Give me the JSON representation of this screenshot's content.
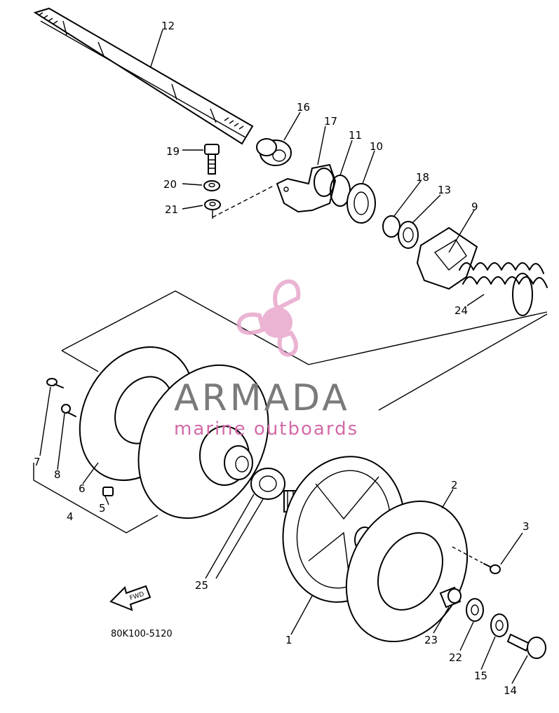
{
  "diagram": {
    "callouts": [
      "12",
      "16",
      "17",
      "11",
      "10",
      "18",
      "13",
      "9",
      "24",
      "19",
      "20",
      "21",
      "7",
      "8",
      "6",
      "4",
      "5",
      "25",
      "1",
      "2",
      "3",
      "23",
      "22",
      "15",
      "14"
    ],
    "drawing_code": "80K100-5120",
    "fwd_label": "FWD",
    "watermark": {
      "brand": "ARMADA",
      "tagline": "marine outboards",
      "colors": {
        "brand": "#7a7a7a",
        "tagline": "#d36aa8",
        "logo": "#e8a8cc"
      }
    }
  }
}
